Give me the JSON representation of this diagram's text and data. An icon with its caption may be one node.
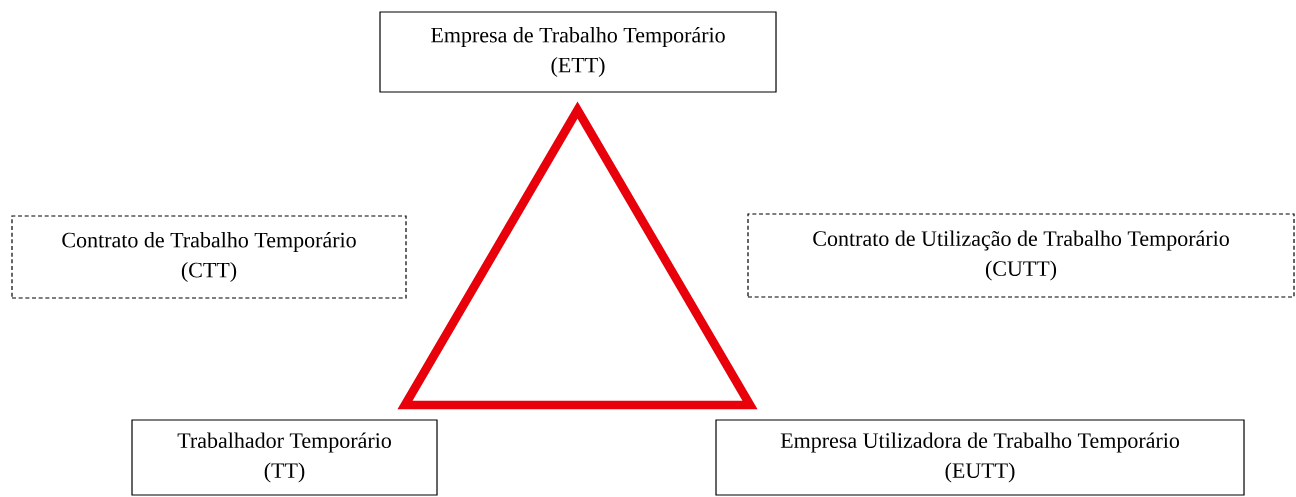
{
  "diagram": {
    "nodes": [
      {
        "text": [
          "Empresa de Trabalho Temporário",
          "(ETT)"
        ]
      },
      {
        "text": [
          "Contrato de Trabalho Temporário",
          "(CTT)"
        ]
      },
      {
        "text": [
          "Contrato de Utilização de Trabalho Temporário",
          "(CUTT)"
        ]
      },
      {
        "text": [],
        "shape": "triangle"
      },
      {
        "text": [
          "Trabalhador Temporário",
          "(TT)"
        ]
      },
      {
        "text": [
          "Empresa Utilizadora de Trabalho Temporário",
          "(EUTT)"
        ]
      }
    ]
  }
}
